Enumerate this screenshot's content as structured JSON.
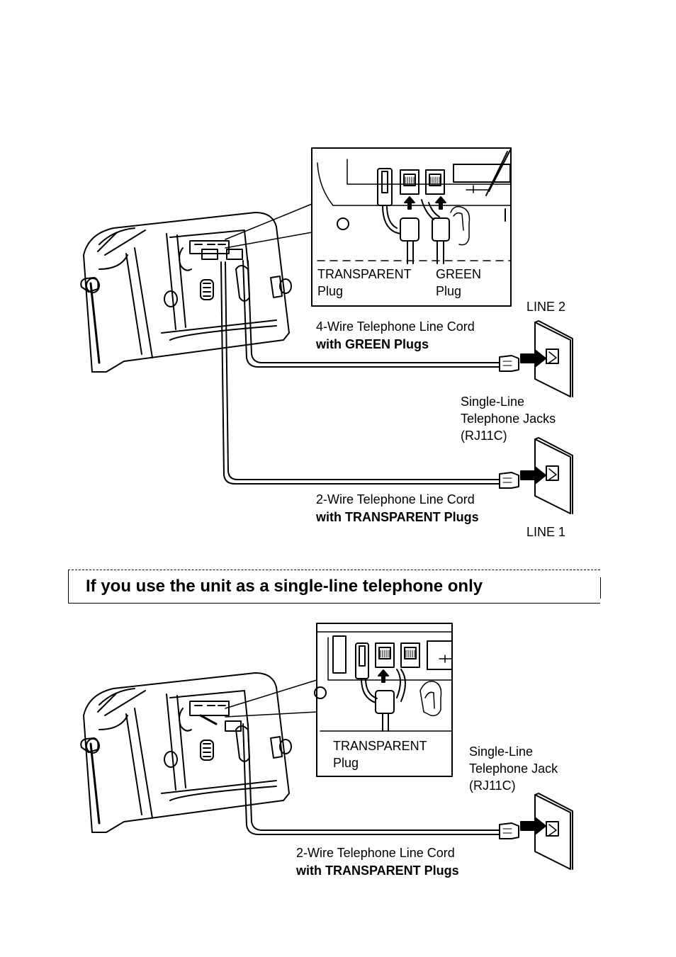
{
  "diagram1": {
    "callout": {
      "transparent_label": "TRANSPARENT",
      "green_label": "GREEN",
      "plug_left": "Plug",
      "plug_right": "Plug"
    },
    "line2_label": "LINE 2",
    "line1_label": "LINE 1",
    "four_wire_cord": {
      "line1": "4-Wire Telephone Line Cord",
      "line2": "with GREEN Plugs"
    },
    "two_wire_cord": {
      "line1": "2-Wire Telephone Line Cord",
      "line2": "with TRANSPARENT Plugs"
    },
    "jacks": {
      "line1": "Single-Line",
      "line2": "Telephone Jacks",
      "line3": "(RJ11C)"
    }
  },
  "section_heading": "If you use the unit as a single-line telephone only",
  "diagram2": {
    "callout": {
      "transparent_label": "TRANSPARENT",
      "plug": "Plug"
    },
    "jack": {
      "line1": "Single-Line",
      "line2": "Telephone Jack",
      "line3": "(RJ11C)"
    },
    "two_wire_cord": {
      "line1": "2-Wire Telephone Line Cord",
      "line2": "with TRANSPARENT Plugs"
    }
  }
}
